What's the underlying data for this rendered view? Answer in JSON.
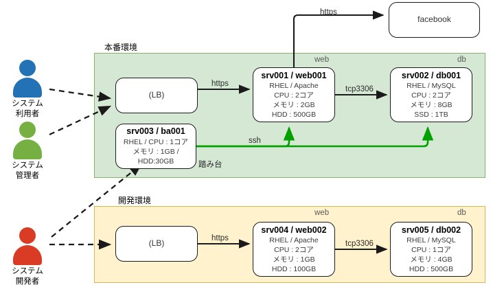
{
  "diagram": {
    "title": "system architecture diagram",
    "colors": {
      "prod_fill": "#d5e8d4",
      "prod_stroke": "#82b366",
      "dev_fill": "#fff2cc",
      "dev_stroke": "#d6b656",
      "ssh_line": "#00a000",
      "actor_user": "#2272b5",
      "actor_admin": "#76b043",
      "actor_developer": "#d93b25",
      "node_stroke": "#1a1a1a"
    }
  },
  "environments": {
    "production": {
      "label": "本番環境"
    },
    "development": {
      "label": "開発環境"
    }
  },
  "external": {
    "facebook": {
      "label": "facebook"
    }
  },
  "tier_labels": {
    "prod_web": "web",
    "prod_db": "db",
    "dev_web": "web",
    "dev_db": "db"
  },
  "nodes": {
    "prod_lb": {
      "title": "(LB)"
    },
    "prod_bastion": {
      "title": "srv003 / ba001",
      "specs": [
        "RHEL / CPU : 1コア",
        "メモリ : 1GB /",
        "HDD:30GB"
      ],
      "role_label": "踏み台"
    },
    "prod_web": {
      "title": "srv001 / web001",
      "specs": [
        "RHEL / Apache",
        "CPU : 2コア",
        "メモリ : 2GB",
        "HDD : 500GB"
      ]
    },
    "prod_db": {
      "title": "srv002 / db001",
      "specs": [
        "RHEL / MySQL",
        "CPU : 2コア",
        "メモリ : 8GB",
        "SSD : 1TB"
      ]
    },
    "dev_lb": {
      "title": "(LB)"
    },
    "dev_web": {
      "title": "srv004 / web002",
      "specs": [
        "RHEL / Apache",
        "CPU : 2コア",
        "メモリ : 1GB",
        "HDD : 100GB"
      ]
    },
    "dev_db": {
      "title": "srv005 / db002",
      "specs": [
        "RHEL / MySQL",
        "CPU : 1コア",
        "メモリ : 4GB",
        "HDD : 500GB"
      ]
    }
  },
  "edges": {
    "facebook_https": "https",
    "prod_lb_https": "https",
    "prod_tcp": "tcp3306",
    "ssh": "ssh",
    "dev_lb_https": "https",
    "dev_tcp": "tcp3306"
  },
  "actors": {
    "user": {
      "line1": "システム",
      "line2": "利用者"
    },
    "admin": {
      "line1": "システム",
      "line2": "管理者"
    },
    "developer": {
      "line1": "システム",
      "line2": "開発者"
    }
  }
}
